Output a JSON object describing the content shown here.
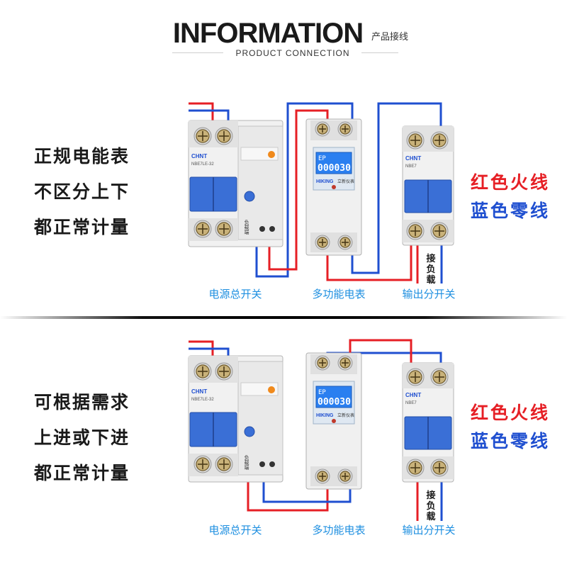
{
  "header": {
    "title": "INFORMATION",
    "title_cn": "产品接线",
    "subtitle": "PRODUCT CONNECTION"
  },
  "colors": {
    "live_wire": "#e61f25",
    "neutral_wire": "#1f4fd0",
    "caption": "#1e8fe0",
    "toggle_blue": "#3a6fd6"
  },
  "panels": [
    {
      "left_text": [
        "正规电能表",
        "不区分上下",
        "都正常计量"
      ],
      "legend": {
        "red": "红色火线",
        "blue": "蓝色零线"
      },
      "captions": {
        "breaker_main": "电源总开关",
        "meter": "多功能电表",
        "breaker_out": "输出分开关"
      },
      "load_label": "接负载",
      "device_text": {
        "main_brand": "CHNT",
        "main_model": "NBE7LE-32",
        "rcd_side_label": "负载端",
        "meter_display_top": "EP",
        "meter_display_value": "000030",
        "meter_brand": "HIKING",
        "meter_brand_cn": "立新仪表",
        "out_brand": "CHNT",
        "out_model": "NBE7"
      }
    },
    {
      "left_text": [
        "可根据需求",
        "上进或下进",
        "都正常计量"
      ],
      "legend": {
        "red": "红色火线",
        "blue": "蓝色零线"
      },
      "captions": {
        "breaker_main": "电源总开关",
        "meter": "多功能电表",
        "breaker_out": "输出分开关"
      },
      "load_label": "接负载",
      "device_text": {
        "main_brand": "CHNT",
        "main_model": "NBE7LE-32",
        "rcd_side_label": "负载端",
        "meter_display_top": "EP",
        "meter_display_value": "000030",
        "meter_brand": "HIKING",
        "meter_brand_cn": "立新仪表",
        "out_brand": "CHNT",
        "out_model": "NBE7"
      }
    }
  ]
}
